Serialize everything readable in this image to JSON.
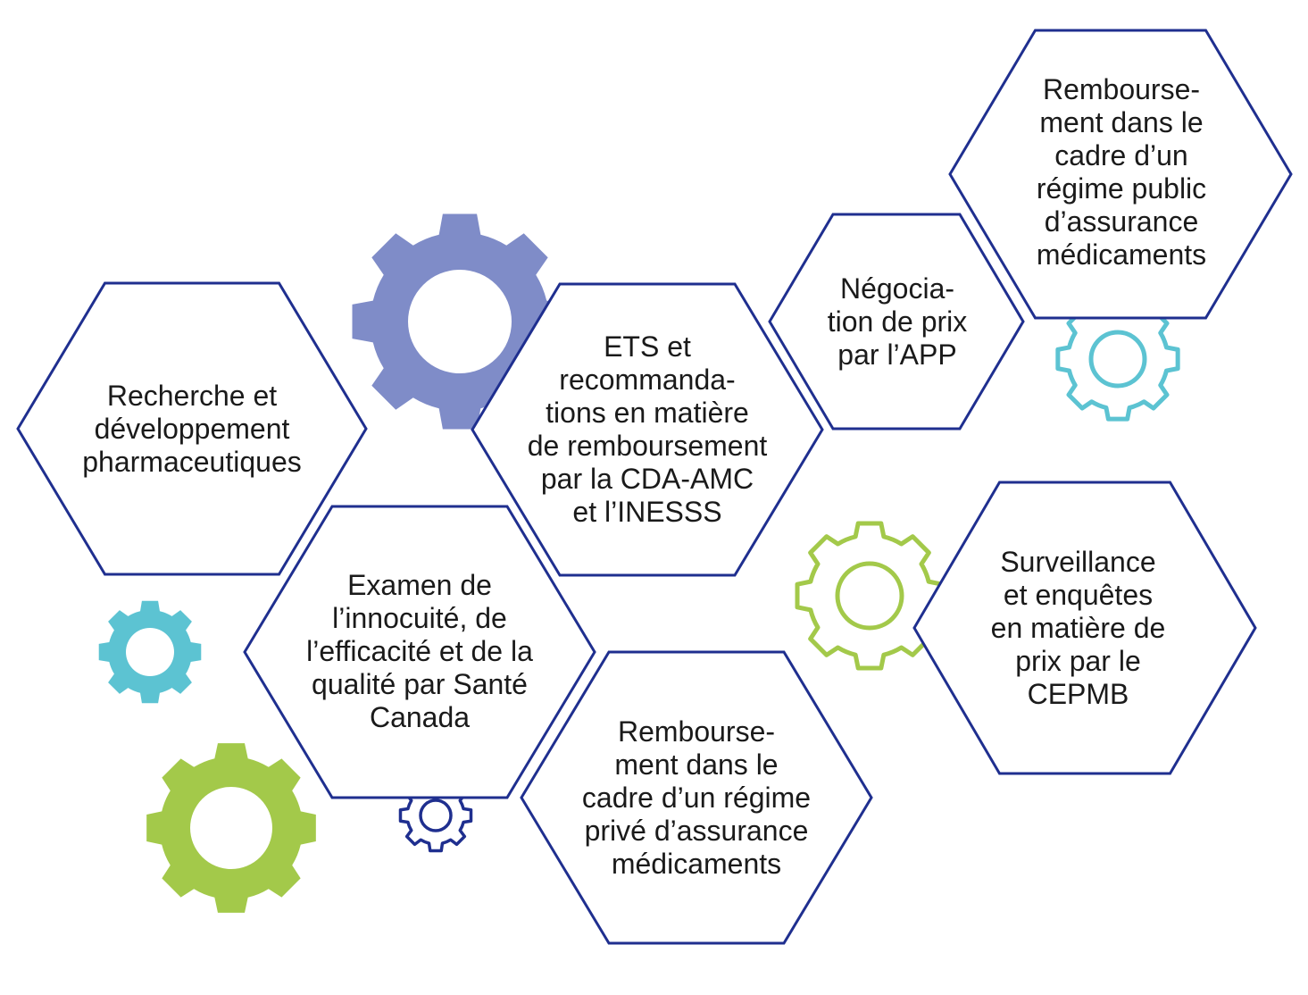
{
  "colors": {
    "hex_stroke": "#1f2f8f",
    "gear_lavender": "#7f8cc8",
    "gear_cyan": "#5cc3d2",
    "gear_green": "#a3c94a",
    "gear_navy": "#1f2f8f",
    "text": "#1a1a1a"
  },
  "hexagons": [
    {
      "id": "rd",
      "text": "Recherche et\ndéveloppement\npharmaceutiques"
    },
    {
      "id": "sante-canada",
      "text": "Examen de\nl’innocuité, de\nl’efficacité et de la\nqualité par Santé\nCanada"
    },
    {
      "id": "ets",
      "text": "ETS et\nrecommanda-\ntions en matière\nde remboursement\npar la CDA-AMC\net l’INESSS"
    },
    {
      "id": "prive",
      "text": "Rembourse-\nment dans le\ncadre d’un régime\nprivé d’assurance\nmédicaments"
    },
    {
      "id": "app",
      "text": "Négocia-\ntion de prix\npar l’APP"
    },
    {
      "id": "public",
      "text": "Rembourse-\nment dans le\ncadre d’un\nrégime public\nd’assurance\nmédicaments"
    },
    {
      "id": "cepmb",
      "text": "Surveillance\net enquêtes\nen matière de\nprix par le\nCEPMB"
    }
  ],
  "gears": [
    {
      "id": "lavender-large",
      "color": "gear_lavender",
      "style": "filled",
      "icon": "gear-icon"
    },
    {
      "id": "cyan-small",
      "color": "gear_cyan",
      "style": "filled",
      "icon": "gear-icon"
    },
    {
      "id": "green-large",
      "color": "gear_green",
      "style": "filled",
      "icon": "gear-icon"
    },
    {
      "id": "navy-outline",
      "color": "gear_navy",
      "style": "outline",
      "icon": "gear-icon"
    },
    {
      "id": "cyan-outline",
      "color": "gear_cyan",
      "style": "outline",
      "icon": "gear-icon"
    },
    {
      "id": "green-outline",
      "color": "gear_green",
      "style": "outline",
      "icon": "gear-icon"
    }
  ]
}
